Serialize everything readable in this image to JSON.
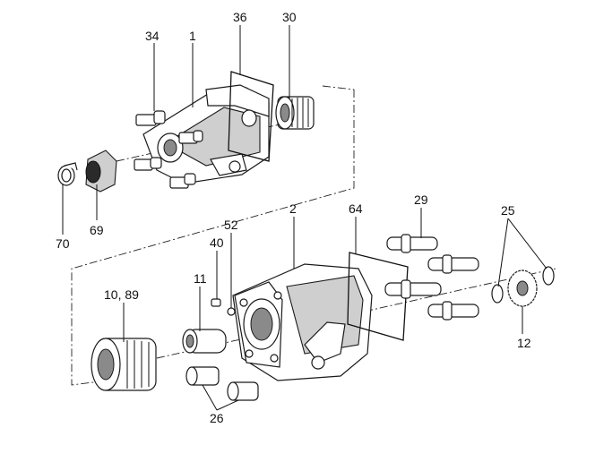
{
  "labels": {
    "p34": "34",
    "p1": "1",
    "p36": "36",
    "p30": "30",
    "p70": "70",
    "p69": "69",
    "p29": "29",
    "p25": "25",
    "p2": "2",
    "p64": "64",
    "p52": "52",
    "p40": "40",
    "p11": "11",
    "p1089": "10, 89",
    "p12": "12",
    "p26": "26"
  }
}
